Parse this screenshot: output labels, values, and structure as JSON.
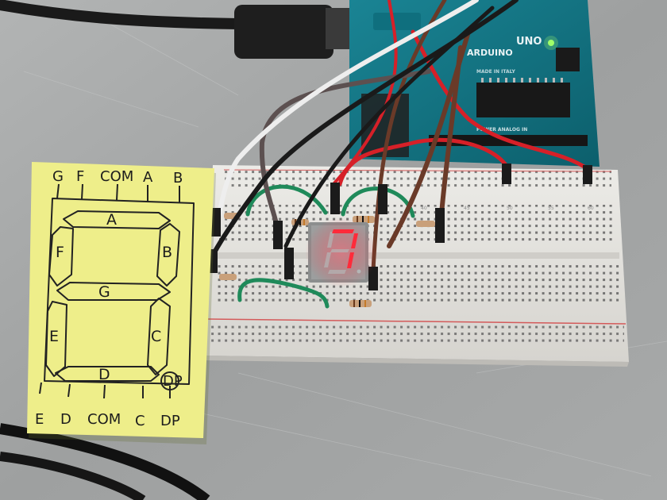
{
  "photo": {
    "subject": "Arduino seven-segment display demo",
    "colors": {
      "table": "#a4a6a6",
      "sticky_note": "#f0f08a",
      "breadboard": "#e6e4e0",
      "arduino": "#137a8a",
      "segment_on": "#ff2b3a",
      "wire_green": "#1f8a5a",
      "wire_red": "#d62028",
      "wire_brown": "#6a3a28",
      "wire_white": "#eeeeee",
      "wire_black": "#1a1a1a"
    }
  },
  "sticky_note": {
    "top_pins": [
      "G",
      "F",
      "COM",
      "A",
      "B"
    ],
    "bottom_pins": [
      "E",
      "D",
      "COM",
      "C",
      "DP"
    ],
    "segments": {
      "a": "A",
      "b": "B",
      "c": "C",
      "d": "D",
      "e": "E",
      "f": "F",
      "g": "G",
      "dp": "DP"
    }
  },
  "arduino": {
    "brand": "ARDUINO",
    "model": "UNO",
    "made_in": "MADE IN ITALY",
    "header_label": "POWER   ANALOG IN"
  },
  "breadboard": {
    "column_numbers": [
      "40",
      "45",
      "50",
      "55",
      "60"
    ]
  },
  "display": {
    "digit": "7",
    "lit_segments": [
      "a",
      "b",
      "c"
    ]
  }
}
